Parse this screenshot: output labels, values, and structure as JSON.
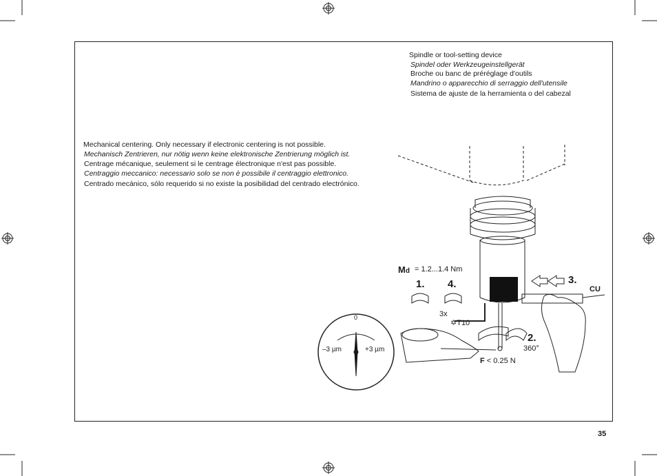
{
  "device_labels": [
    "Spindle or tool-setting device",
    "Spindel oder Werkzeugeinstellgerät",
    "Broche ou banc de préréglage d'outils",
    "Mandrino o apparecchio di serraggio dell'utensile",
    "Sistema de ajuste de la herramienta o del cabezal"
  ],
  "centering_text": [
    "Mechanical centering. Only necessary if electronic centering is not possible.",
    "Mechanisch Zentrieren, nur nötig wenn keine elektronische Zentrierung möglich ist.",
    "Centrage mécanique, seulement si le centrage électronique n'est pas possible.",
    "Centraggio meccanico: necessario solo se non è possibile il centraggio elettronico.",
    "Centrado mecánico, sólo requerido si no existe la posibilidad del centrado electrónico."
  ],
  "figure": {
    "torque_symbol": "M",
    "torque_subscript": "d",
    "torque_value": "= 1.2...1.4 Nm",
    "step1": "1.",
    "step2": "2.",
    "step3": "3.",
    "step4": "4.",
    "screw_count": "3x",
    "screw_type": "T10",
    "rotation": "360°",
    "force_symbol": "F",
    "force_value": "< 0.25 N",
    "cable_label": "CU",
    "gauge_zero": "0",
    "gauge_minus": "–3 µm",
    "gauge_plus": "+3 µm"
  },
  "page_number": "35"
}
